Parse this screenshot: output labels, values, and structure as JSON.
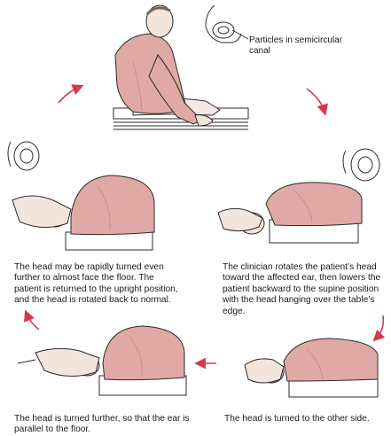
{
  "labels": {
    "particles": "Particles in semicircular canal"
  },
  "captions": {
    "step2": "The clinician rotates the patient’s head toward the affected ear, then lowers the patient backward to the supine position with the head hanging over the table’s edge.",
    "step3": "The head is turned to the other side.",
    "step4": "The head is turned further, so that the ear is parallel to the floor.",
    "step5": "The head may be rapidly turned even further to almost face the floor. The patient is returned to the upright position, and the head is rotated back to normal."
  },
  "colors": {
    "arrow": "#d4384a",
    "shirt": "#e0a9a6",
    "shirt_shade": "#c98e8c",
    "skin": "#f3e4dc",
    "outline": "#2b2b2b"
  }
}
